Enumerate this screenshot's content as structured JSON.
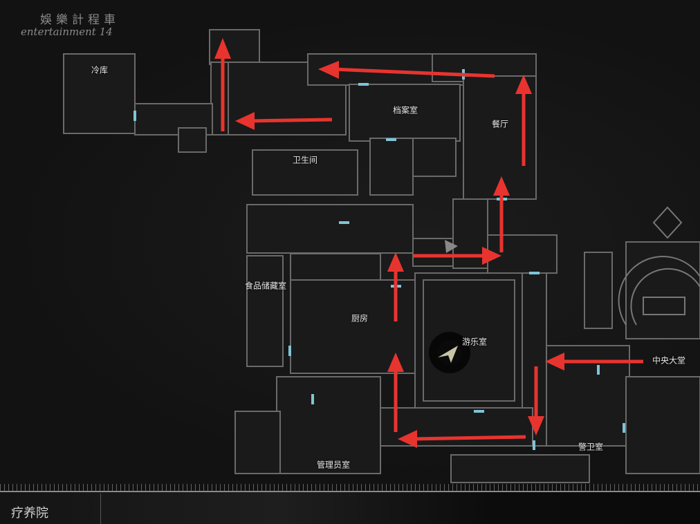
{
  "logo": {
    "chinese": "娛樂計程車",
    "english": "entertainment 14"
  },
  "rooms": {
    "cold_storage": "冷库",
    "archive": "档案室",
    "dining": "餐厅",
    "restroom": "卫生间",
    "pantry": "食品储藏室",
    "kitchen": "厨房",
    "game_room": "游乐室",
    "central_hall": "中央大堂",
    "guard_room": "警卫室",
    "admin_room": "管理员室"
  },
  "footer": {
    "area_name": "疗养院"
  },
  "colors": {
    "arrow": "#e8342f",
    "door": "#7fc4d6",
    "wall": "#6a6a6a"
  }
}
